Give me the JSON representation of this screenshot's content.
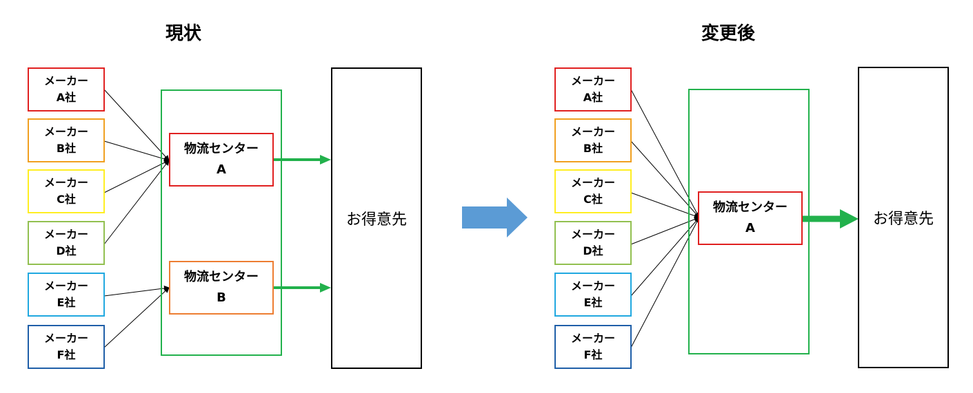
{
  "before": {
    "title": "現状",
    "makers": [
      {
        "line1": "メーカー",
        "line2": "A社",
        "color": "#e02020"
      },
      {
        "line1": "メーカー",
        "line2": "B社",
        "color": "#f0a020"
      },
      {
        "line1": "メーカー",
        "line2": "C社",
        "color": "#ffee22"
      },
      {
        "line1": "メーカー",
        "line2": "D社",
        "color": "#92c050"
      },
      {
        "line1": "メーカー",
        "line2": "E社",
        "color": "#20a8e0"
      },
      {
        "line1": "メーカー",
        "line2": "F社",
        "color": "#1f5fa8"
      }
    ],
    "centers": [
      {
        "line1": "物流センター",
        "line2": "A",
        "color": "#e02020"
      },
      {
        "line1": "物流センター",
        "line2": "B",
        "color": "#ed7d31"
      }
    ],
    "customer": "お得意先"
  },
  "after": {
    "title": "変更後",
    "makers": [
      {
        "line1": "メーカー",
        "line2": "A社",
        "color": "#e02020"
      },
      {
        "line1": "メーカー",
        "line2": "B社",
        "color": "#f0a020"
      },
      {
        "line1": "メーカー",
        "line2": "C社",
        "color": "#ffee22"
      },
      {
        "line1": "メーカー",
        "line2": "D社",
        "color": "#92c050"
      },
      {
        "line1": "メーカー",
        "line2": "E社",
        "color": "#20a8e0"
      },
      {
        "line1": "メーカー",
        "line2": "F社",
        "color": "#1f5fa8"
      }
    ],
    "centers": [
      {
        "line1": "物流センター",
        "line2": "A",
        "color": "#e02020"
      }
    ],
    "customer": "お得意先"
  },
  "colors": {
    "group_border": "#22b14c",
    "flow_arrow": "#22b14c",
    "transition_arrow": "#5b9bd5"
  }
}
